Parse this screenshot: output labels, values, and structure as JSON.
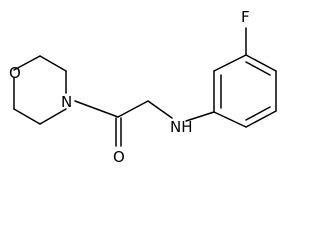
{
  "atoms": {
    "oxygen_ring": "O",
    "nitrogen_ring": "N",
    "oxygen_carbonyl": "O",
    "amine": "NH",
    "fluorine": "F"
  },
  "colors": {
    "bond": "#000000",
    "label": "#000000",
    "background": "#ffffff"
  }
}
